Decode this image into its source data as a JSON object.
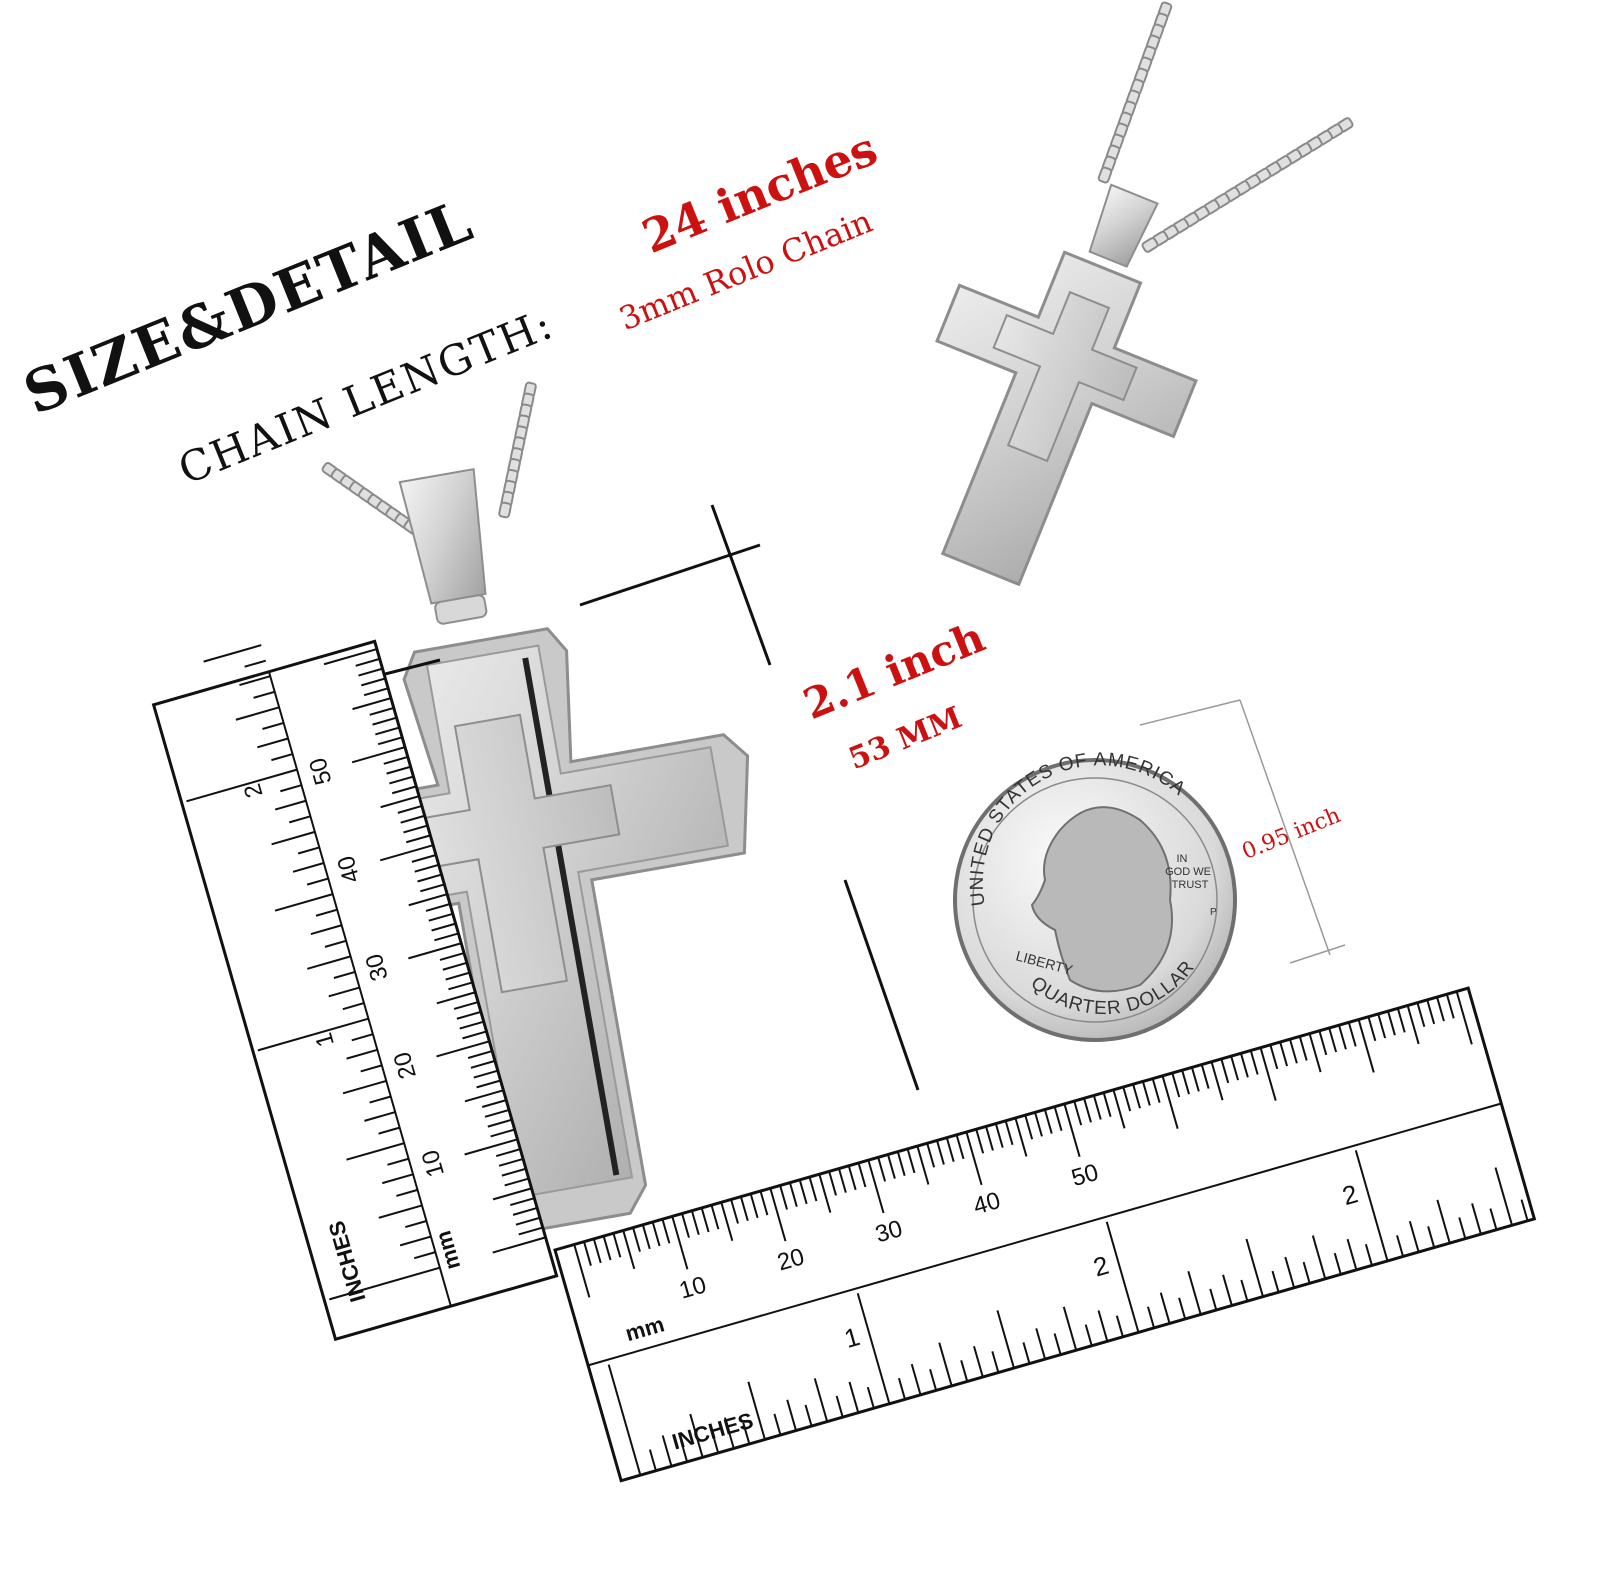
{
  "title": "SIZE&DETAIL",
  "chain": {
    "label": "CHAIN LENGTH:",
    "length": "24 inches",
    "type": "3mm Rolo Chain"
  },
  "pendant": {
    "height_inch": "2.1 inch",
    "height_mm": "53 MM"
  },
  "coin": {
    "diameter": "0.95 inch",
    "top_text": "UNITED STATES OF AMERICA",
    "motto": [
      "IN",
      "GOD WE",
      "TRUST"
    ],
    "liberty": "LIBERTY",
    "denomination": "QUARTER DOLLAR",
    "mint_mark": "P"
  },
  "ruler_left": {
    "mm_label": "mm",
    "inch_label": "INCHES",
    "mm_numbers": [
      "10",
      "20",
      "30",
      "40",
      "50"
    ],
    "inch_numbers": [
      "1",
      "2"
    ]
  },
  "ruler_bottom": {
    "mm_label": "mm",
    "inch_label": "INCHES",
    "mm_numbers": [
      "10",
      "20",
      "30",
      "40",
      "50"
    ],
    "inch_numbers": [
      "1",
      "2",
      "2"
    ]
  },
  "colors": {
    "accent_red": "#cc1111",
    "text_dark": "#111111",
    "silver": "#c8c8c8"
  }
}
